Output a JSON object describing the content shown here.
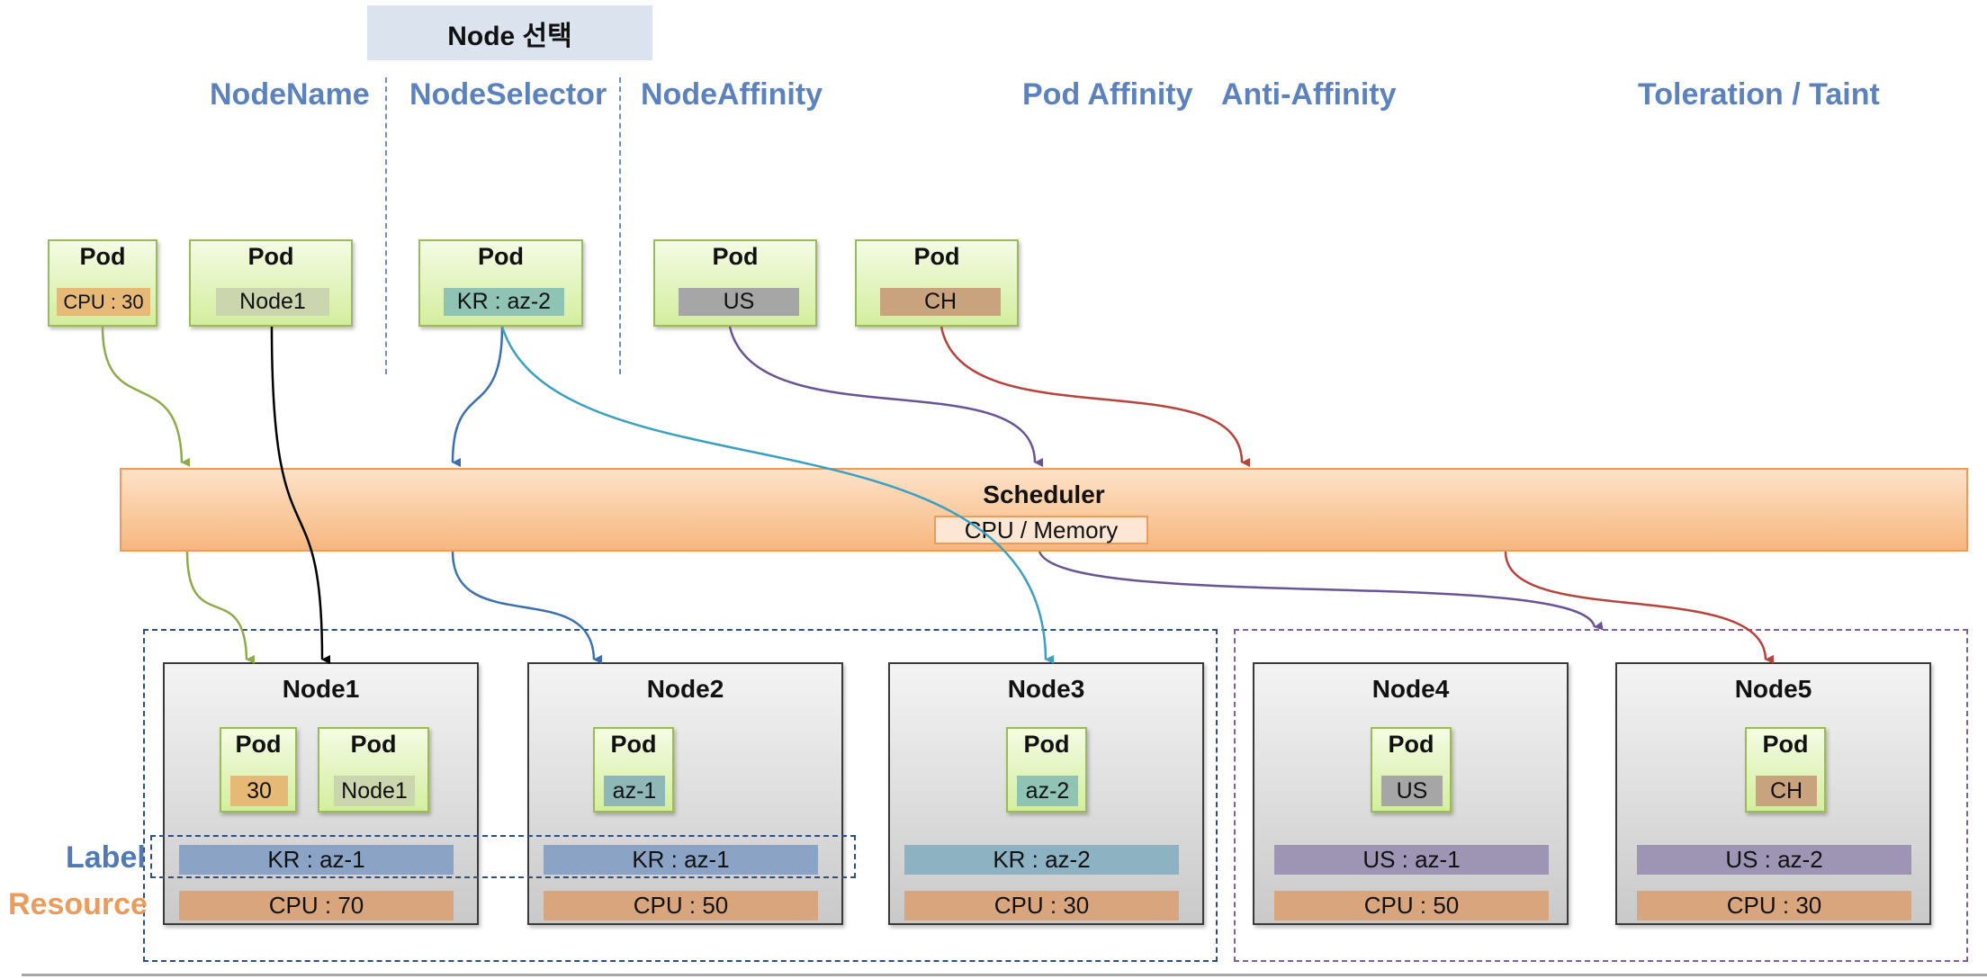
{
  "header": {
    "title": "Node 선택"
  },
  "categories": {
    "node_name": "NodeName",
    "node_selector": "NodeSelector",
    "node_affinity": "NodeAffinity",
    "pod_affinity": "Pod Affinity",
    "anti_affinity": "Anti-Affinity",
    "toleration_taint": "Toleration / Taint"
  },
  "top_pods": [
    {
      "title": "Pod",
      "tag": "CPU : 30",
      "tag_color": "#e6b977"
    },
    {
      "title": "Pod",
      "tag": "Node1",
      "tag_color": "#cbd6ae"
    },
    {
      "title": "Pod",
      "tag": "KR : az-2",
      "tag_color": "#8fc3b4"
    },
    {
      "title": "Pod",
      "tag": "US",
      "tag_color": "#a6a6a6"
    },
    {
      "title": "Pod",
      "tag": "CH",
      "tag_color": "#c9a27e"
    }
  ],
  "scheduler": {
    "title": "Scheduler",
    "subtitle": "CPU / Memory"
  },
  "nodes": [
    {
      "title": "Node1",
      "pods": [
        {
          "title": "Pod",
          "tag": "30",
          "tag_color": "#e6b977"
        },
        {
          "title": "Pod",
          "tag": "Node1",
          "tag_color": "#cbd6ae"
        }
      ],
      "label": "KR : az-1",
      "label_color": "#8ba3c4",
      "resource": "CPU : 70",
      "resource_color": "#d9a57c"
    },
    {
      "title": "Node2",
      "pods": [
        {
          "title": "Pod",
          "tag": "az-1",
          "tag_color": "#8fb7b8"
        }
      ],
      "label": "KR : az-1",
      "label_color": "#8ba3c4",
      "resource": "CPU : 50",
      "resource_color": "#d9a57c"
    },
    {
      "title": "Node3",
      "pods": [
        {
          "title": "Pod",
          "tag": "az-2",
          "tag_color": "#8fc3b4"
        }
      ],
      "label": "KR : az-2",
      "label_color": "#8db3c2",
      "resource": "CPU : 30",
      "resource_color": "#d9a57c"
    },
    {
      "title": "Node4",
      "pods": [
        {
          "title": "Pod",
          "tag": "US",
          "tag_color": "#a6a6a6"
        }
      ],
      "label": "US : az-1",
      "label_color": "#9e95b5",
      "resource": "CPU : 50",
      "resource_color": "#d9a57c"
    },
    {
      "title": "Node5",
      "pods": [
        {
          "title": "Pod",
          "tag": "CH",
          "tag_color": "#c9a27e"
        }
      ],
      "label": "US : az-2",
      "label_color": "#9e95b5",
      "resource": "CPU : 30",
      "resource_color": "#d9a57c"
    }
  ],
  "side_labels": {
    "label": "Label",
    "resource": "Resource"
  },
  "colors": {
    "category_text": "#5b82bd",
    "label_side": "#4f7ab5",
    "resource_side": "#ed9b5b",
    "arrow_cpu": "#8faa4a",
    "arrow_nodename": "#000000",
    "arrow_selector": "#3a6fb0",
    "arrow_affinity": "#3a9fc0",
    "arrow_pod_affinity": "#6a5394",
    "arrow_taint": "#b5443b"
  }
}
